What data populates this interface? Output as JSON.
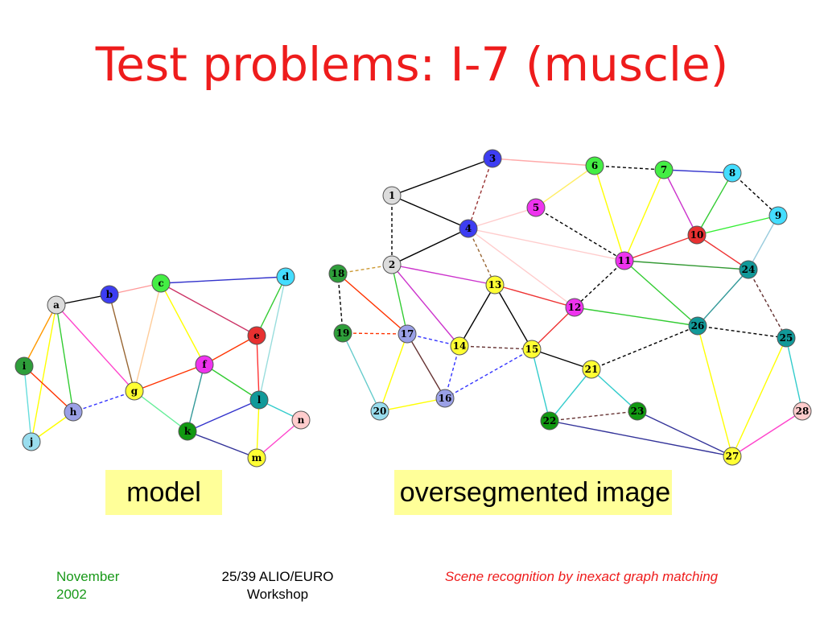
{
  "title": "Test problems: I-7 (muscle)",
  "captions": {
    "model": "model",
    "oversegmented": "oversegmented image"
  },
  "footer": {
    "date": "November 2002",
    "workshop": "25/39 ALIO/EURO Workshop",
    "subject": "Scene recognition by inexact graph matching"
  },
  "model_graph": {
    "nodes": [
      {
        "id": "a",
        "color": "#dcdcdc"
      },
      {
        "id": "b",
        "color": "#3d3df2"
      },
      {
        "id": "c",
        "color": "#44ee44"
      },
      {
        "id": "d",
        "color": "#44ddff"
      },
      {
        "id": "e",
        "color": "#e83030"
      },
      {
        "id": "f",
        "color": "#ee33ee"
      },
      {
        "id": "g",
        "color": "#ffff33"
      },
      {
        "id": "h",
        "color": "#9aa0e6"
      },
      {
        "id": "i",
        "color": "#2e9e3a"
      },
      {
        "id": "j",
        "color": "#99ddee"
      },
      {
        "id": "k",
        "color": "#119911"
      },
      {
        "id": "l",
        "color": "#119999"
      },
      {
        "id": "m",
        "color": "#ffff33"
      },
      {
        "id": "n",
        "color": "#ffcccc"
      }
    ],
    "edges": [
      {
        "from": "a",
        "to": "b",
        "color": "#000000"
      },
      {
        "from": "a",
        "to": "i",
        "color": "#ff9900"
      },
      {
        "from": "a",
        "to": "h",
        "color": "#33cc33"
      },
      {
        "from": "a",
        "to": "g",
        "color": "#ff44cc"
      },
      {
        "from": "a",
        "to": "j",
        "color": "#ffff00"
      },
      {
        "from": "b",
        "to": "c",
        "color": "#ff9999"
      },
      {
        "from": "b",
        "to": "g",
        "color": "#996633"
      },
      {
        "from": "c",
        "to": "d",
        "color": "#3333cc"
      },
      {
        "from": "c",
        "to": "f",
        "color": "#ffff00"
      },
      {
        "from": "c",
        "to": "e",
        "color": "#cc3366"
      },
      {
        "from": "c",
        "to": "g",
        "color": "#ffcc99"
      },
      {
        "from": "d",
        "to": "e",
        "color": "#33cc33"
      },
      {
        "from": "d",
        "to": "l",
        "color": "#99dddd"
      },
      {
        "from": "e",
        "to": "f",
        "color": "#ff3300"
      },
      {
        "from": "e",
        "to": "l",
        "color": "#ff3333"
      },
      {
        "from": "f",
        "to": "g",
        "color": "#ff3300"
      },
      {
        "from": "f",
        "to": "k",
        "color": "#339999"
      },
      {
        "from": "f",
        "to": "l",
        "color": "#33cc33"
      },
      {
        "from": "g",
        "to": "h",
        "color": "#3333ff",
        "dashed": true
      },
      {
        "from": "g",
        "to": "k",
        "color": "#66ee99"
      },
      {
        "from": "h",
        "to": "i",
        "color": "#ff3300"
      },
      {
        "from": "h",
        "to": "j",
        "color": "#ffff00"
      },
      {
        "from": "i",
        "to": "j",
        "color": "#66dddd"
      },
      {
        "from": "k",
        "to": "l",
        "color": "#3333cc"
      },
      {
        "from": "k",
        "to": "m",
        "color": "#333399"
      },
      {
        "from": "l",
        "to": "m",
        "color": "#ffff00"
      },
      {
        "from": "l",
        "to": "n",
        "color": "#33cccc"
      },
      {
        "from": "m",
        "to": "n",
        "color": "#ff44cc"
      }
    ]
  },
  "overseg_graph": {
    "nodes": [
      {
        "id": "1",
        "color": "#dcdcdc"
      },
      {
        "id": "2",
        "color": "#dcdcdc"
      },
      {
        "id": "3",
        "color": "#3d3df2"
      },
      {
        "id": "4",
        "color": "#3d3df2"
      },
      {
        "id": "5",
        "color": "#ee33ee"
      },
      {
        "id": "6",
        "color": "#44ee44"
      },
      {
        "id": "7",
        "color": "#44ee44"
      },
      {
        "id": "8",
        "color": "#44ddff"
      },
      {
        "id": "9",
        "color": "#44ddff"
      },
      {
        "id": "10",
        "color": "#e83030"
      },
      {
        "id": "11",
        "color": "#ee33ee"
      },
      {
        "id": "12",
        "color": "#ee33ee"
      },
      {
        "id": "13",
        "color": "#ffff33"
      },
      {
        "id": "14",
        "color": "#ffff33"
      },
      {
        "id": "15",
        "color": "#ffff33"
      },
      {
        "id": "16",
        "color": "#9aa0e6"
      },
      {
        "id": "17",
        "color": "#9aa0e6"
      },
      {
        "id": "18",
        "color": "#2e9e3a"
      },
      {
        "id": "19",
        "color": "#2e9e3a"
      },
      {
        "id": "20",
        "color": "#99ddee"
      },
      {
        "id": "21",
        "color": "#ffff33"
      },
      {
        "id": "22",
        "color": "#119911"
      },
      {
        "id": "23",
        "color": "#119911"
      },
      {
        "id": "24",
        "color": "#119999"
      },
      {
        "id": "25",
        "color": "#119999"
      },
      {
        "id": "26",
        "color": "#119999"
      },
      {
        "id": "27",
        "color": "#ffff33"
      },
      {
        "id": "28",
        "color": "#ffcccc"
      }
    ],
    "edges": [
      {
        "from": "1",
        "to": "3",
        "color": "#000000"
      },
      {
        "from": "1",
        "to": "4",
        "color": "#000000"
      },
      {
        "from": "1",
        "to": "2",
        "color": "#000000",
        "dashed": true
      },
      {
        "from": "2",
        "to": "4",
        "color": "#000000"
      },
      {
        "from": "2",
        "to": "18",
        "color": "#cc9933",
        "dashed": true
      },
      {
        "from": "2",
        "to": "13",
        "color": "#cc33cc"
      },
      {
        "from": "2",
        "to": "14",
        "color": "#cc33cc"
      },
      {
        "from": "2",
        "to": "17",
        "color": "#33cc33"
      },
      {
        "from": "3",
        "to": "4",
        "color": "#993333",
        "dashed": true
      },
      {
        "from": "3",
        "to": "6",
        "color": "#ffaaaa"
      },
      {
        "from": "4",
        "to": "5",
        "color": "#ffcccc"
      },
      {
        "from": "4",
        "to": "11",
        "color": "#ffcccc"
      },
      {
        "from": "4",
        "to": "13",
        "color": "#996633",
        "dashed": true
      },
      {
        "from": "4",
        "to": "12",
        "color": "#ffcccc"
      },
      {
        "from": "5",
        "to": "6",
        "color": "#ffee66"
      },
      {
        "from": "5",
        "to": "11",
        "color": "#000000",
        "dashed": true
      },
      {
        "from": "6",
        "to": "7",
        "color": "#000000",
        "dashed": true
      },
      {
        "from": "6",
        "to": "11",
        "color": "#ffff00"
      },
      {
        "from": "7",
        "to": "8",
        "color": "#3333cc"
      },
      {
        "from": "7",
        "to": "11",
        "color": "#ffff00"
      },
      {
        "from": "7",
        "to": "10",
        "color": "#cc33cc"
      },
      {
        "from": "8",
        "to": "10",
        "color": "#33cc33"
      },
      {
        "from": "8",
        "to": "9",
        "color": "#000000",
        "dashed": true
      },
      {
        "from": "9",
        "to": "10",
        "color": "#33ee33"
      },
      {
        "from": "9",
        "to": "24",
        "color": "#99ccdd"
      },
      {
        "from": "10",
        "to": "11",
        "color": "#ee3333"
      },
      {
        "from": "10",
        "to": "24",
        "color": "#ee3333"
      },
      {
        "from": "11",
        "to": "12",
        "color": "#000000",
        "dashed": true
      },
      {
        "from": "11",
        "to": "24",
        "color": "#339933"
      },
      {
        "from": "11",
        "to": "26",
        "color": "#33cc33"
      },
      {
        "from": "12",
        "to": "13",
        "color": "#ee3333"
      },
      {
        "from": "12",
        "to": "15",
        "color": "#ee3333"
      },
      {
        "from": "12",
        "to": "26",
        "color": "#33cc33"
      },
      {
        "from": "13",
        "to": "14",
        "color": "#000000"
      },
      {
        "from": "13",
        "to": "15",
        "color": "#000000"
      },
      {
        "from": "14",
        "to": "15",
        "color": "#663333",
        "dashed": true
      },
      {
        "from": "14",
        "to": "16",
        "color": "#3333ff",
        "dashed": true
      },
      {
        "from": "14",
        "to": "17",
        "color": "#3333ff",
        "dashed": true
      },
      {
        "from": "15",
        "to": "16",
        "color": "#3333ff",
        "dashed": true
      },
      {
        "from": "15",
        "to": "21",
        "color": "#000000"
      },
      {
        "from": "15",
        "to": "22",
        "color": "#33cccc"
      },
      {
        "from": "16",
        "to": "17",
        "color": "#663333"
      },
      {
        "from": "17",
        "to": "18",
        "color": "#ff3300"
      },
      {
        "from": "17",
        "to": "19",
        "color": "#ff3300",
        "dashed": true
      },
      {
        "from": "17",
        "to": "20",
        "color": "#ffff00"
      },
      {
        "from": "18",
        "to": "19",
        "color": "#000000",
        "dashed": true
      },
      {
        "from": "19",
        "to": "20",
        "color": "#66cccc"
      },
      {
        "from": "20",
        "to": "16",
        "color": "#ffff00"
      },
      {
        "from": "21",
        "to": "22",
        "color": "#33cccc"
      },
      {
        "from": "21",
        "to": "23",
        "color": "#33cccc"
      },
      {
        "from": "21",
        "to": "26",
        "color": "#000000",
        "dashed": true
      },
      {
        "from": "22",
        "to": "23",
        "color": "#663333",
        "dashed": true
      },
      {
        "from": "22",
        "to": "27",
        "color": "#333399"
      },
      {
        "from": "23",
        "to": "27",
        "color": "#333399"
      },
      {
        "from": "24",
        "to": "25",
        "color": "#663333",
        "dashed": true
      },
      {
        "from": "24",
        "to": "26",
        "color": "#339999"
      },
      {
        "from": "26",
        "to": "25",
        "color": "#000000",
        "dashed": true
      },
      {
        "from": "26",
        "to": "27",
        "color": "#ffff00"
      },
      {
        "from": "25",
        "to": "27",
        "color": "#ffff00"
      },
      {
        "from": "25",
        "to": "28",
        "color": "#33cccc"
      },
      {
        "from": "27",
        "to": "28",
        "color": "#ff44cc"
      }
    ]
  }
}
